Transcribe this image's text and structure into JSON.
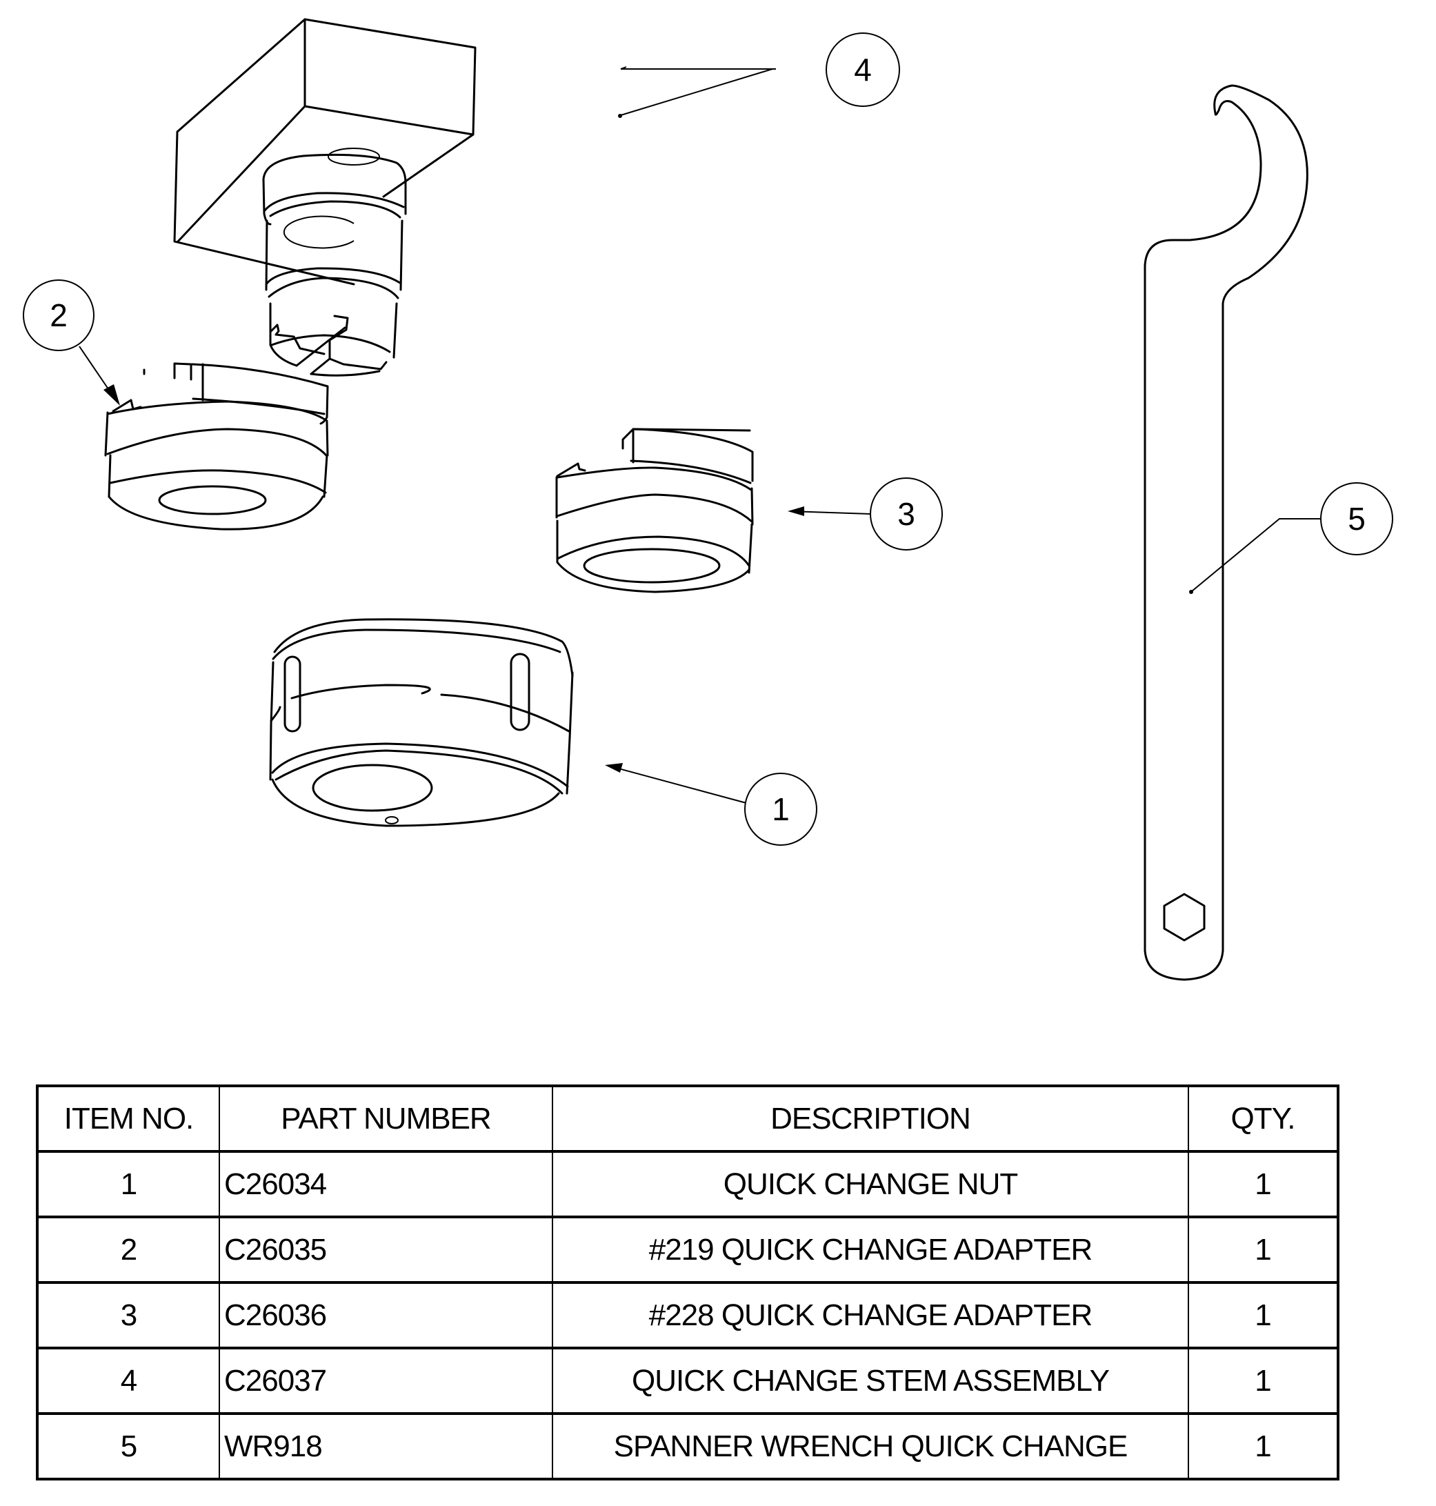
{
  "drawing": {
    "title": "Quick Change Assembly - Exploded View",
    "balloons": [
      {
        "label": "1",
        "part": "quick-change-nut"
      },
      {
        "label": "2",
        "part": "219-quick-change-adapter"
      },
      {
        "label": "3",
        "part": "228-quick-change-adapter"
      },
      {
        "label": "4",
        "part": "quick-change-stem-assembly"
      },
      {
        "label": "5",
        "part": "spanner-wrench"
      }
    ]
  },
  "bom": {
    "headers": {
      "item": "ITEM NO.",
      "part": "PART NUMBER",
      "desc": "DESCRIPTION",
      "qty": "QTY."
    },
    "rows": [
      {
        "item": "1",
        "part": "C26034",
        "desc": "QUICK CHANGE NUT",
        "qty": "1"
      },
      {
        "item": "2",
        "part": "C26035",
        "desc": "#219 QUICK CHANGE ADAPTER",
        "qty": "1"
      },
      {
        "item": "3",
        "part": "C26036",
        "desc": "#228 QUICK CHANGE ADAPTER",
        "qty": "1"
      },
      {
        "item": "4",
        "part": "C26037",
        "desc": "QUICK CHANGE STEM ASSEMBLY",
        "qty": "1"
      },
      {
        "item": "5",
        "part": "WR918",
        "desc": "SPANNER WRENCH QUICK CHANGE",
        "qty": "1"
      }
    ]
  }
}
